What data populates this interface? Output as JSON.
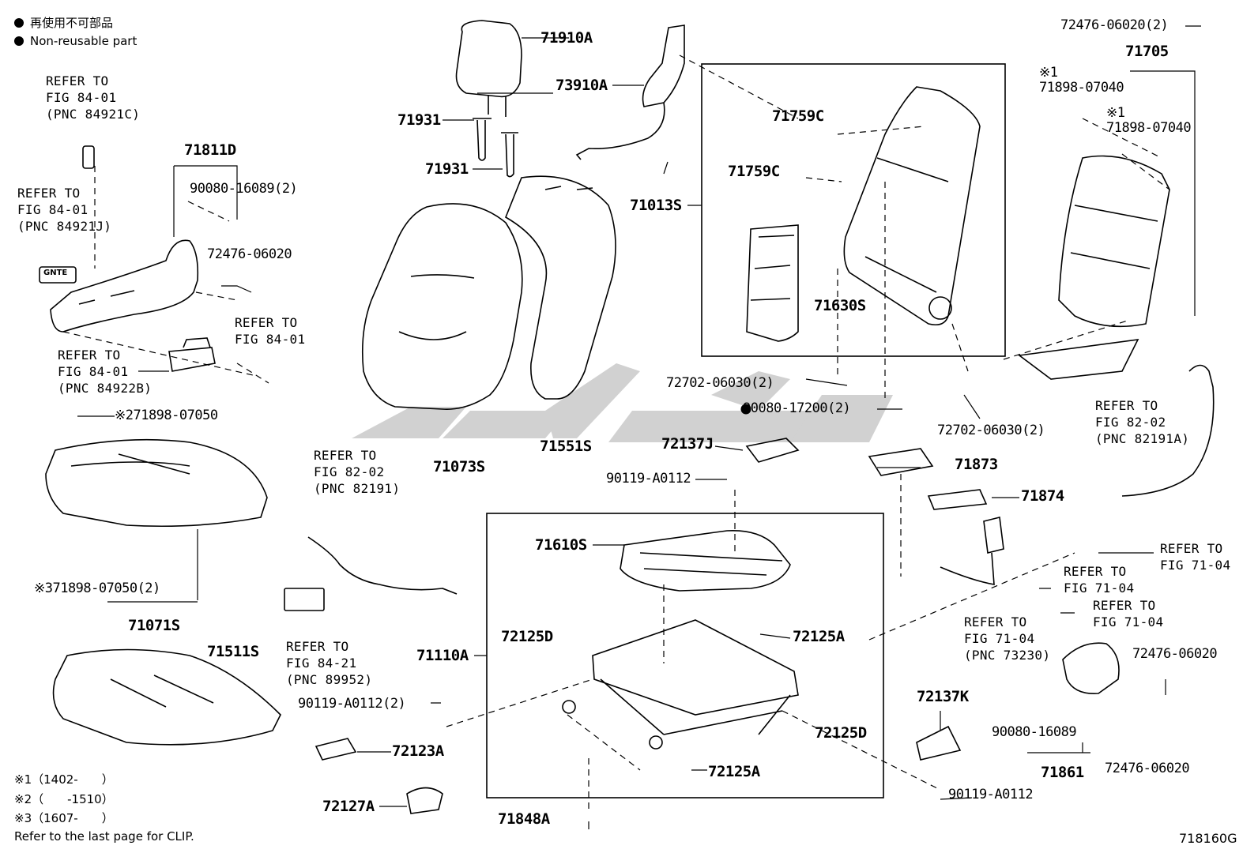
{
  "legend": [
    {
      "text": "再使用不可部品"
    },
    {
      "text": "Non-reusable part"
    }
  ],
  "parts": [
    {
      "id": "p71910A",
      "text": "71910A"
    },
    {
      "id": "p73910A",
      "text": "73910A"
    },
    {
      "id": "p71931a",
      "text": "71931"
    },
    {
      "id": "p71931b",
      "text": "71931"
    },
    {
      "id": "p71811D",
      "text": "71811D"
    },
    {
      "id": "p90080_16089_2",
      "text": "90080-16089(2)"
    },
    {
      "id": "p72476_06020a",
      "text": "72476-06020"
    },
    {
      "id": "p71759Ca",
      "text": "71759C"
    },
    {
      "id": "p71759Cb",
      "text": "71759C"
    },
    {
      "id": "p71013S",
      "text": "71013S"
    },
    {
      "id": "p71630S",
      "text": "71630S"
    },
    {
      "id": "p72476_06020_2",
      "text": "72476-06020(2)"
    },
    {
      "id": "p71705",
      "text": "71705"
    },
    {
      "id": "p71898_07040a",
      "text": "※1\n71898-07040"
    },
    {
      "id": "p71898_07040b",
      "text": "※1\n71898-07040"
    },
    {
      "id": "p71898_07050",
      "text": "※271898-07050"
    },
    {
      "id": "p72702_06030a",
      "text": "72702-06030(2)"
    },
    {
      "id": "p90080_17200",
      "text": "90080-17200(2)"
    },
    {
      "id": "p72702_06030b",
      "text": "72702-06030(2)"
    },
    {
      "id": "p71073S",
      "text": "71073S"
    },
    {
      "id": "p71551S",
      "text": "71551S"
    },
    {
      "id": "p72137J",
      "text": "72137J"
    },
    {
      "id": "p71873",
      "text": "71873"
    },
    {
      "id": "p90119_A0112a",
      "text": "90119-A0112"
    },
    {
      "id": "p71874",
      "text": "71874"
    },
    {
      "id": "p71898_07050_2",
      "text": "※371898-07050(2)"
    },
    {
      "id": "p71071S",
      "text": "71071S"
    },
    {
      "id": "p71610S",
      "text": "71610S"
    },
    {
      "id": "p72125Da",
      "text": "72125D"
    },
    {
      "id": "p72125Aa",
      "text": "72125A"
    },
    {
      "id": "p71511S",
      "text": "71511S"
    },
    {
      "id": "p71110A",
      "text": "71110A"
    },
    {
      "id": "p90119_A0112_2",
      "text": "90119-A0112(2)"
    },
    {
      "id": "p72123A",
      "text": "72123A"
    },
    {
      "id": "p72125Db",
      "text": "72125D"
    },
    {
      "id": "p72125Ab",
      "text": "72125A"
    },
    {
      "id": "p72127A",
      "text": "72127A"
    },
    {
      "id": "p71848A",
      "text": "71848A"
    },
    {
      "id": "p72137K",
      "text": "72137K"
    },
    {
      "id": "p90119_A0112b",
      "text": "90119-A0112"
    },
    {
      "id": "p72476_06020b",
      "text": "72476-06020"
    },
    {
      "id": "p90080_16089",
      "text": "90080-16089"
    },
    {
      "id": "p71861",
      "text": "71861"
    },
    {
      "id": "p72476_06020c",
      "text": "72476-06020"
    }
  ],
  "refs": [
    {
      "id": "r1",
      "lines": [
        "REFER TO",
        "FIG 84-01",
        "(PNC 84921C)"
      ]
    },
    {
      "id": "r2",
      "lines": [
        "REFER TO",
        "FIG 84-01",
        "(PNC 84921J)"
      ]
    },
    {
      "id": "r3",
      "lines": [
        "REFER TO",
        "FIG 84-01"
      ]
    },
    {
      "id": "r4",
      "lines": [
        "REFER TO",
        "FIG 84-01",
        "(PNC 84922B)"
      ]
    },
    {
      "id": "r5",
      "lines": [
        "REFER TO",
        "FIG 82-02",
        "(PNC 82191)"
      ]
    },
    {
      "id": "r6",
      "lines": [
        "REFER TO",
        "FIG 84-21",
        "(PNC 89952)"
      ]
    },
    {
      "id": "r7",
      "lines": [
        "REFER TO",
        "FIG 82-02",
        "(PNC 82191A)"
      ]
    },
    {
      "id": "r8",
      "lines": [
        "REFER TO",
        "FIG 71-04"
      ]
    },
    {
      "id": "r9",
      "lines": [
        "REFER TO",
        "FIG 71-04"
      ]
    },
    {
      "id": "r10",
      "lines": [
        "REFER TO",
        "FIG 71-04"
      ]
    },
    {
      "id": "r11",
      "lines": [
        "REFER TO",
        "FIG 71-04",
        "(PNC 73230)"
      ]
    }
  ],
  "notes": [
    {
      "text": "※1（1402-　　）"
    },
    {
      "text": "※2（　　-1510）"
    },
    {
      "text": "※3（1607-　　）"
    }
  ],
  "footer": "Refer to the last page for CLIP.",
  "code": "718160G",
  "tag_text": "GNTE",
  "colors": {
    "ink": "#000000",
    "watermark": "#c8c8c8"
  }
}
